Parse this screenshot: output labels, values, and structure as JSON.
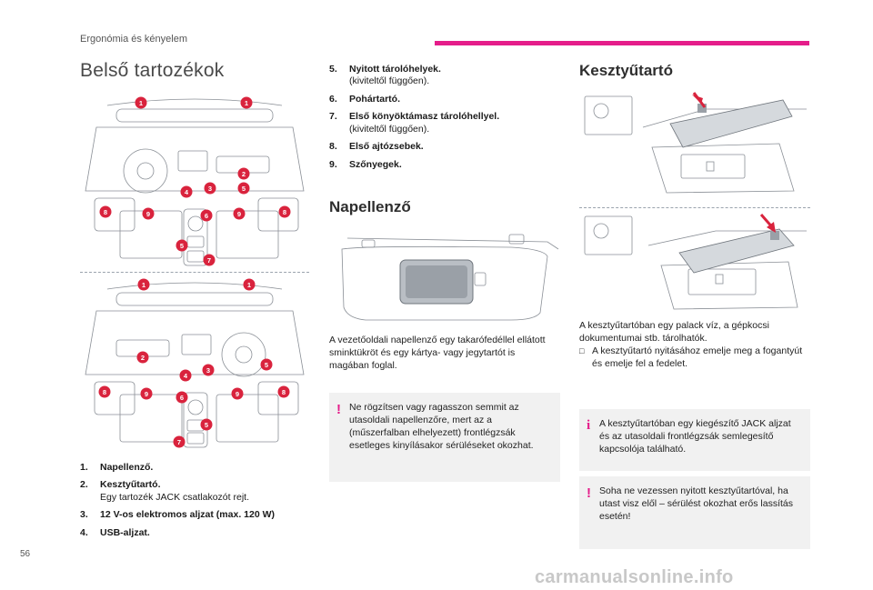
{
  "header": {
    "section": "Ergonómia és kényelem"
  },
  "page_title": "Belső tartozékok",
  "figure_badges_top": [
    "1",
    "1",
    "2",
    "3",
    "4",
    "5",
    "6",
    "7",
    "8",
    "8",
    "9",
    "9",
    "5"
  ],
  "numbered_items": [
    {
      "num": "1.",
      "label": "Napellenző.",
      "sub": ""
    },
    {
      "num": "2.",
      "label": "Kesztyűtartó.",
      "sub": "Egy tartozék JACK csatlakozót rejt."
    },
    {
      "num": "3.",
      "label": "12 V-os elektromos aljzat (max. 120 W)",
      "sub": ""
    },
    {
      "num": "4.",
      "label": "USB-aljzat.",
      "sub": ""
    },
    {
      "num": "5.",
      "label": "Nyitott tárolóhelyek.",
      "sub": "(kiviteltől függően)."
    },
    {
      "num": "6.",
      "label": "Pohártartó.",
      "sub": ""
    },
    {
      "num": "7.",
      "label": "Első könyöktámasz tárolóhellyel.",
      "sub": "(kiviteltől függően)."
    },
    {
      "num": "8.",
      "label": "Első ajtózsebek.",
      "sub": ""
    },
    {
      "num": "9.",
      "label": "Szőnyegek.",
      "sub": ""
    }
  ],
  "sun_visor": {
    "heading": "Napellenző",
    "text": "A vezetőoldali napellenző egy takarófedéllel ellátott sminktükröt és egy kártya- vagy jegytartót is magában foglal.",
    "warning": "Ne rögzítsen vagy ragasszon semmit az utasoldali napellenzőre, mert az a (műszerfalban elhelyezett) frontlégzsák esetleges kinyílásakor sérüléseket okozhat."
  },
  "glovebox": {
    "heading": "Kesztyűtartó",
    "text": "A kesztyűtartóban egy palack víz, a gépkocsi dokumentumai stb. tárolhatók.",
    "bullet": "A kesztyűtartó nyitásához emelje meg a fogantyút és emelje fel a fedelet.",
    "bullet_icon": "square-bullet-icon",
    "info": "A kesztyűtartóban egy kiegészítő JACK aljzat és az utasoldali frontlégzsák semlegesítő kapcsolója található.",
    "warning": "Soha ne vezessen nyitott kesztyűtartóval, ha utast visz elől – sérülést okozhat erős lassítás esetén!"
  },
  "icons": {
    "warning": "!",
    "info": "i"
  },
  "page_number": "56",
  "watermark": "carmanualsonline.info",
  "colors": {
    "accent": "#e51d8a",
    "badge": "#d9233d"
  }
}
